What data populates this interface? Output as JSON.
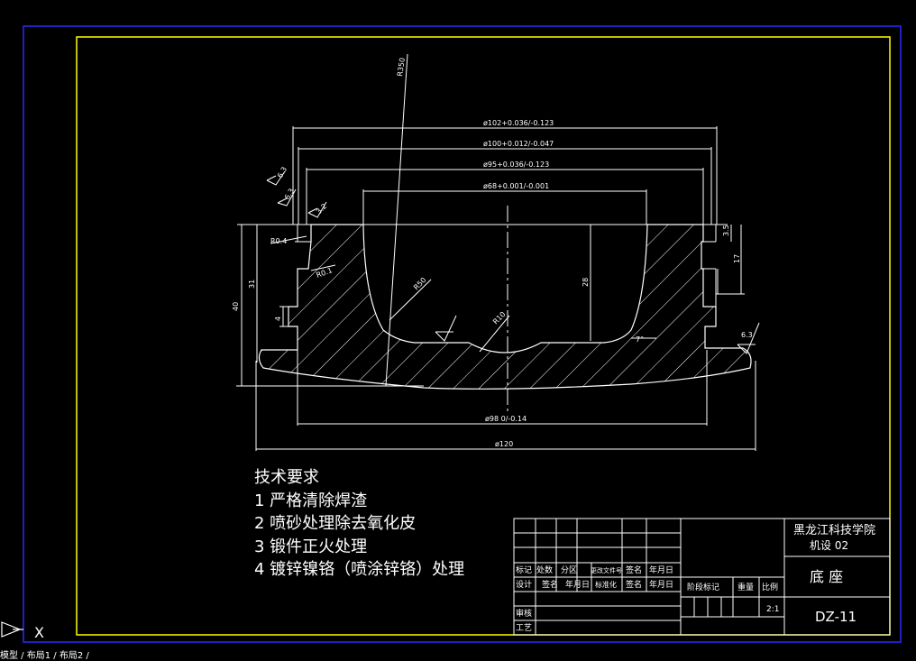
{
  "colors": {
    "background": "#000000",
    "outer_frame": "#2a2aff",
    "inner_frame": "#ffff00",
    "lines": "#ffffff",
    "cursor": "#ffffff"
  },
  "dimensions": {
    "r350": "R350",
    "d102": "ø102+0.036/-0.123",
    "d100": "ø100+0.012/-0.047",
    "d95": "ø95+0.036/-0.123",
    "d68": "ø68+0.001/-0.001",
    "d98": "ø98 0/-0.14",
    "d120": "ø120",
    "h40": "40",
    "h31": "31",
    "h28": "28",
    "h17": "17",
    "h35": "3.5",
    "h4": "4",
    "r04": "R0.4",
    "r01": "R0.1",
    "r50": "R50",
    "r10": "R10",
    "angle7": "7°",
    "rough_a": "6.3",
    "rough_b": "6.3",
    "rough_c": "3.2",
    "rough_d": "6.3"
  },
  "tech_requirements": {
    "title": "技术要求",
    "items": [
      "1 严格清除焊渣",
      "2 喷砂处理除去氧化皮",
      "3 锻件正火处理",
      "4 镀锌镍铬（喷涂锌铬）处理"
    ]
  },
  "title_block": {
    "school": "黑龙江科技学院",
    "class": "机设 02",
    "part_name": "底  座",
    "drawing_no": "DZ-11",
    "scale": "2:1",
    "row1": [
      "标记",
      "处数",
      "分区",
      "更改文件号",
      "签名",
      "年月日"
    ],
    "row2": [
      "设计",
      "签名",
      "年月日",
      "标准化",
      "签名",
      "年月日"
    ],
    "stage_label": "阶段标记",
    "weight_label": "重量",
    "scale_label": "比例",
    "review_label": "审核",
    "process_label": "工艺"
  },
  "status_bar": {
    "text": "模型 / 布局1 / 布局2 /"
  },
  "cursor": {
    "label": "X"
  }
}
